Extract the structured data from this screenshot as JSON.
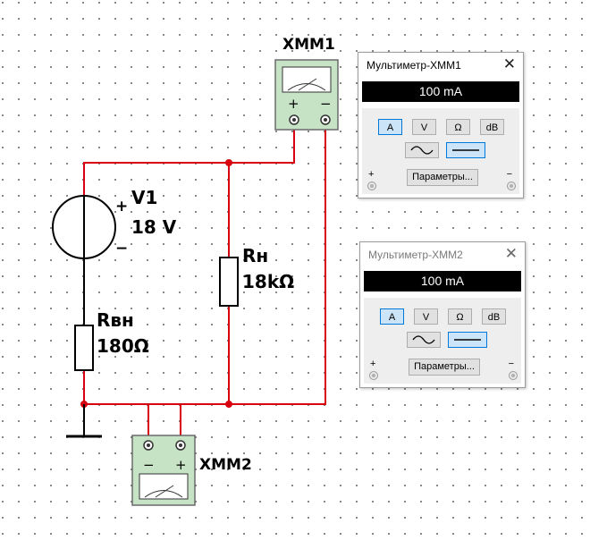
{
  "circuit": {
    "v1": {
      "name": "V1",
      "value": "18 V",
      "plus": "+",
      "minus": "−"
    },
    "r_load": {
      "name": "Rн",
      "value": "18kΩ"
    },
    "r_int": {
      "name": "Rвн",
      "value": "180Ω"
    },
    "xmm1": {
      "name": "XMM1",
      "plus": "+",
      "minus": "−"
    },
    "xmm2": {
      "name": "XMM2",
      "plus": "+",
      "minus": "−"
    }
  },
  "multimeters": [
    {
      "title": "Мультиметр-XMM1",
      "close": "✕",
      "reading": "100 mA",
      "mode_buttons": [
        "A",
        "V",
        "Ω",
        "dB"
      ],
      "selected_mode": "A",
      "waveforms": [
        "ac",
        "dc"
      ],
      "selected_waveform": "dc",
      "params_label": "Параметры...",
      "plus": "+",
      "minus": "−",
      "active": true
    },
    {
      "title": "Мультиметр-XMM2",
      "close": "✕",
      "reading": "100 mA",
      "mode_buttons": [
        "A",
        "V",
        "Ω",
        "dB"
      ],
      "selected_mode": "A",
      "waveforms": [
        "ac",
        "dc"
      ],
      "selected_waveform": "dc",
      "params_label": "Параметры...",
      "plus": "+",
      "minus": "−",
      "active": false
    }
  ],
  "colors": {
    "wire": "#d8000f",
    "meter_body": "#c6e3c6",
    "display_bg": "#000000"
  }
}
